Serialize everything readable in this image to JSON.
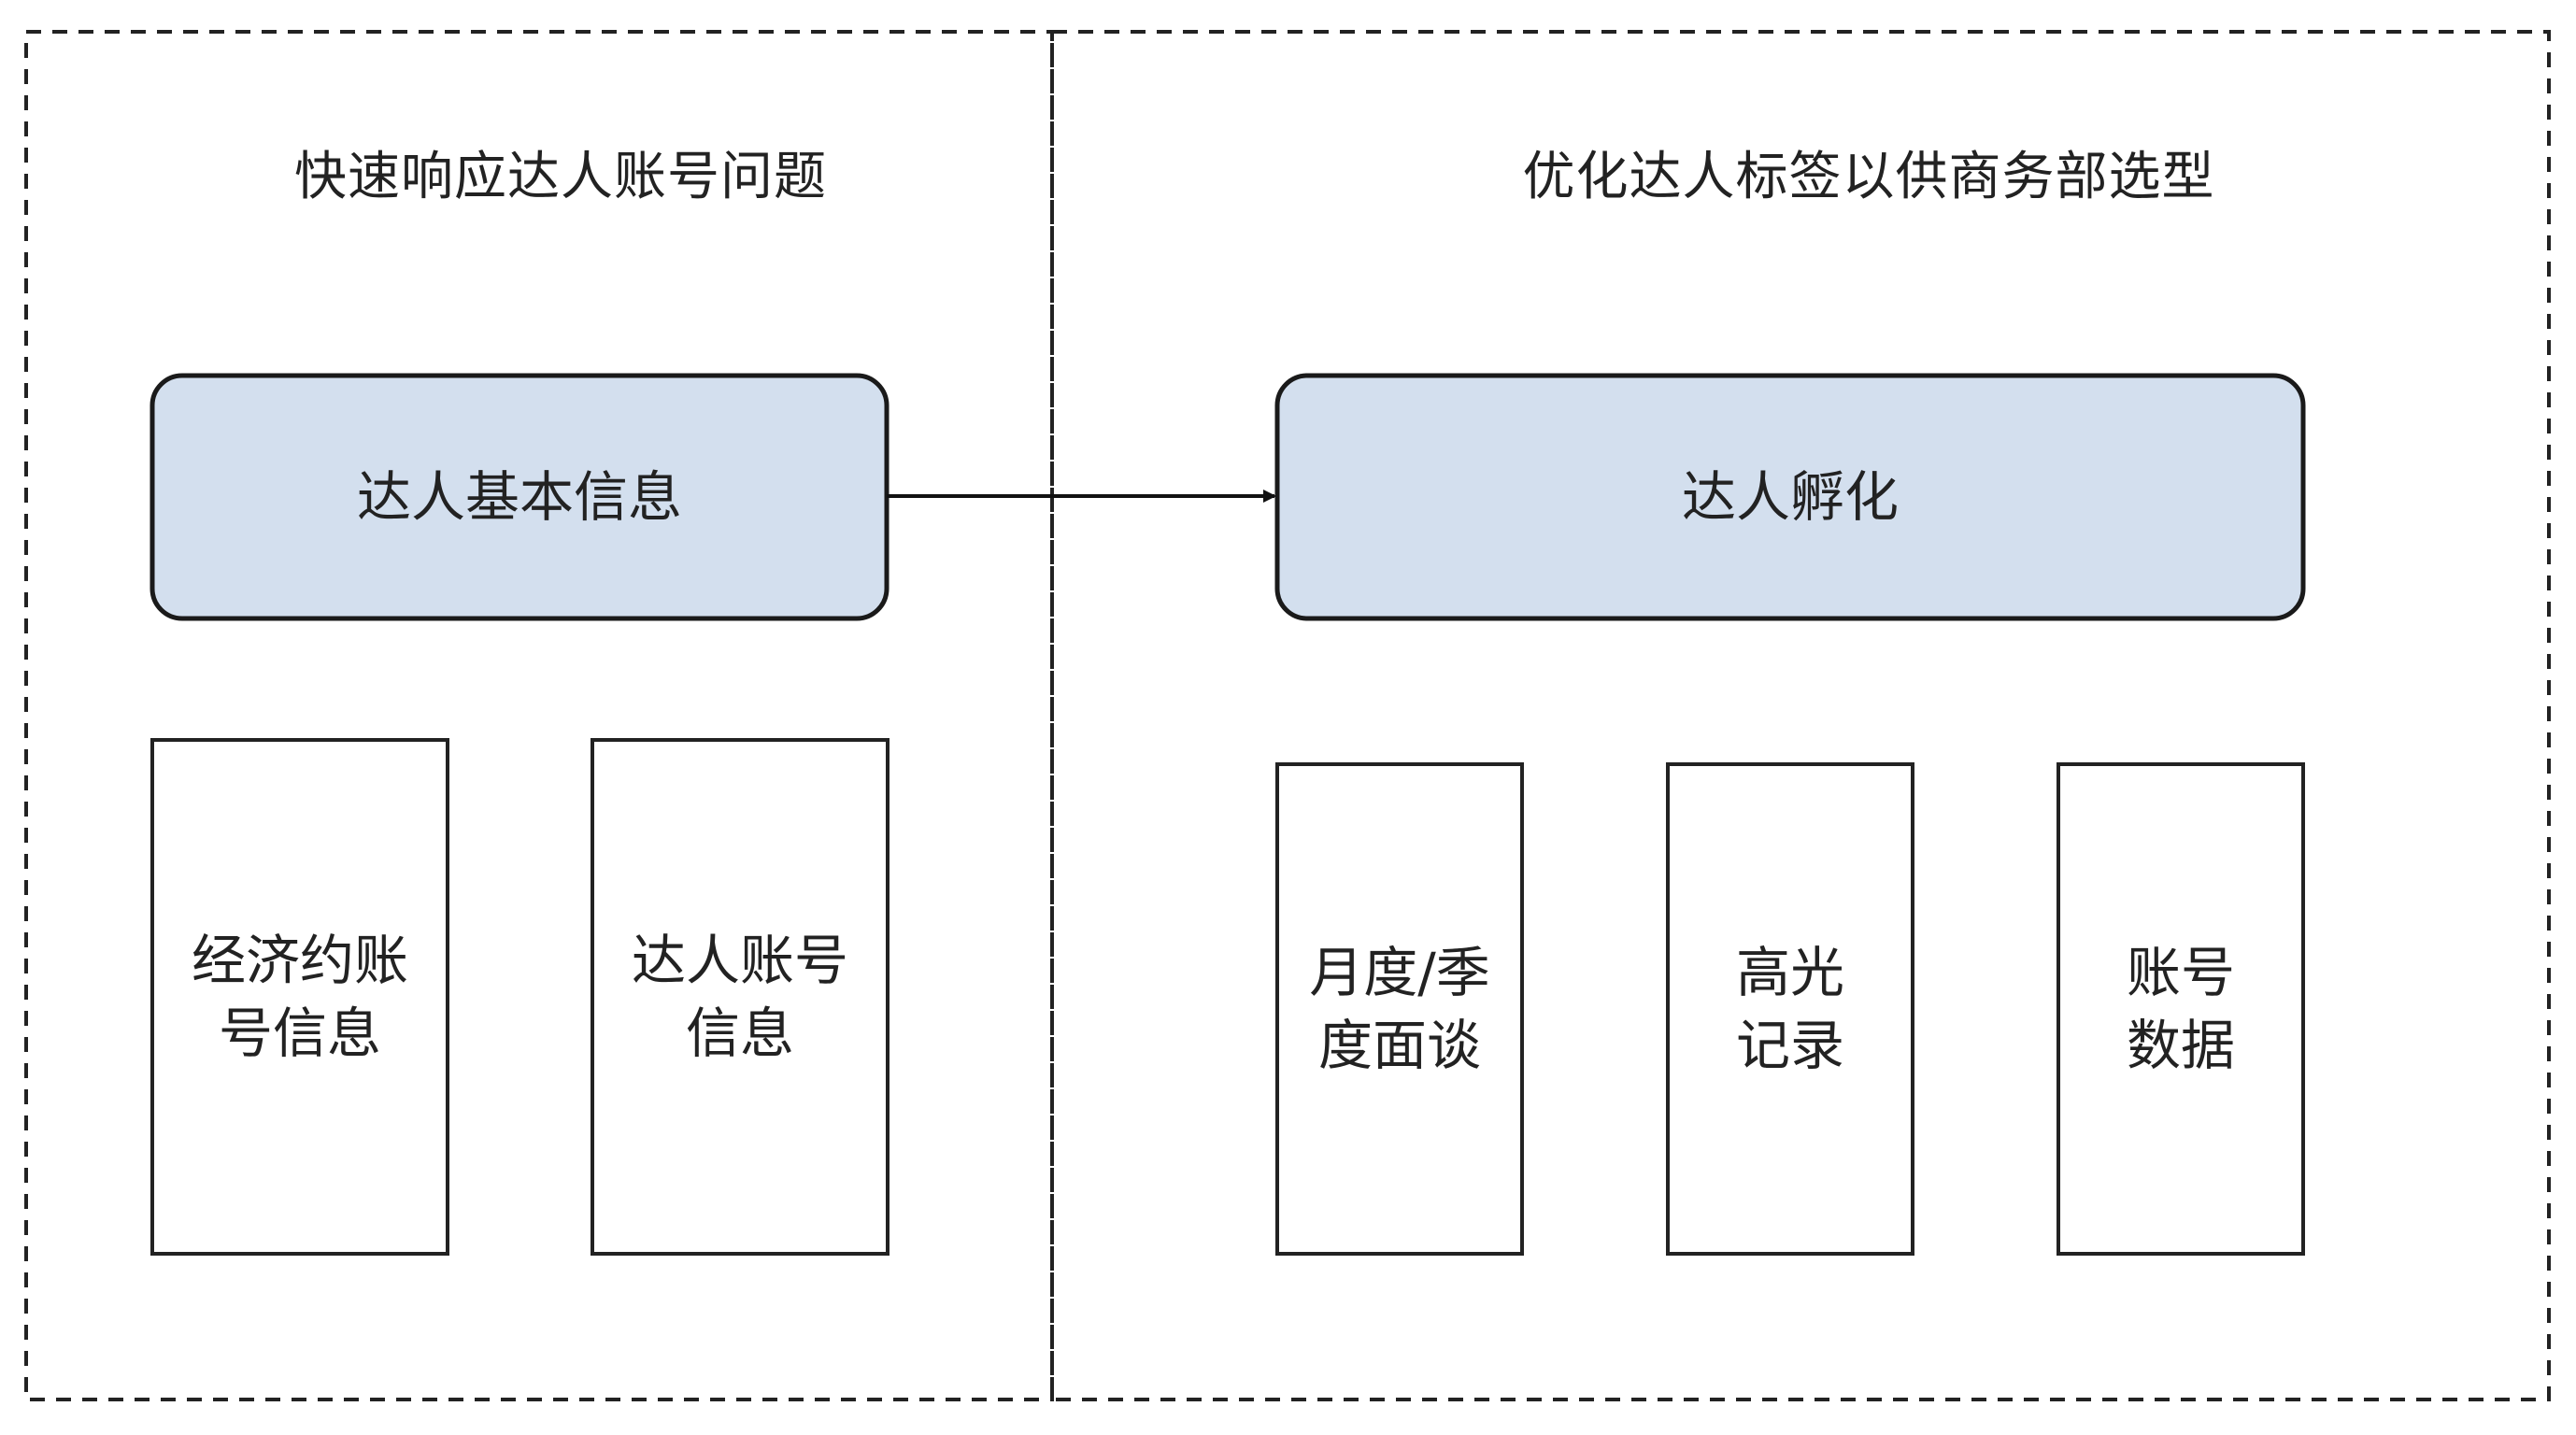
{
  "colors": {
    "dashed_border": "#222222",
    "node_fill": "#d3dfee",
    "node_stroke": "#1a1a1a",
    "cell_fill": "#ffffff",
    "cell_stroke": "#222222",
    "arrow": "#111111",
    "text": "#222222"
  },
  "groups": [
    {
      "title": "快速响应达人账号问题",
      "node": "达人基本信息",
      "cells": [
        "经济约账\n号信息",
        "达人账号\n信息"
      ]
    },
    {
      "title": "优化达人标签以供商务部选型",
      "node": "达人孵化",
      "cells": [
        "月度/季\n度面谈",
        "高光\n记录",
        "账号\n数据"
      ]
    }
  ],
  "edges": [
    {
      "from": "达人基本信息",
      "to": "达人孵化"
    }
  ]
}
